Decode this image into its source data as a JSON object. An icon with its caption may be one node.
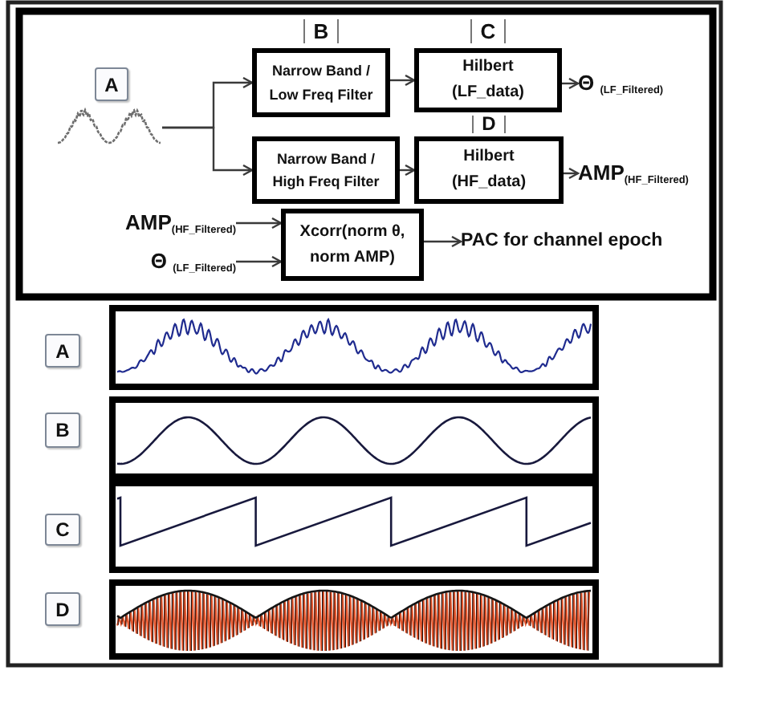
{
  "diagram": {
    "nodes": [
      {
        "text": [
          "A"
        ]
      },
      {
        "text": [],
        "shape": "picture"
      },
      {
        "text": [
          "Narrow Band / Low Freq Filter"
        ],
        "beside": [
          "B"
        ]
      },
      {
        "text": [
          "Hilbert (LF_data)"
        ],
        "beside": [
          "C"
        ]
      },
      {
        "text": [
          "Θ $_{(LF_Filtered)}$"
        ]
      },
      {
        "text": [
          "Narrow Band / High Freq Filter"
        ]
      },
      {
        "text": [
          "Hilbert (HF_data)"
        ],
        "beside": [
          "D"
        ]
      },
      {
        "text": [
          "AMP$_{(HF_Filtered)}$"
        ]
      },
      {
        "text": [
          "AMP$_{(HF_Filtered)}$"
        ]
      },
      {
        "text": [
          "Θ $_{(LF_Filtered)}$"
        ]
      },
      {
        "text": [
          "Xcorr(norm θ, norm AMP)"
        ]
      },
      {
        "text": [
          "PAC for channel epoch"
        ]
      },
      {
        "text": [
          "A"
        ]
      },
      {
        "text": [],
        "shape": "picture"
      },
      {
        "text": [
          "B"
        ]
      },
      {
        "text": [],
        "shape": "picture"
      },
      {
        "text": [
          "C"
        ]
      },
      {
        "text": [],
        "shape": "picture"
      },
      {
        "text": [
          "D"
        ]
      },
      {
        "text": [],
        "shape": "picture"
      }
    ],
    "edges": [
      {
        "from": 1,
        "to": 2,
        "arrow": "to"
      },
      {
        "from": 1,
        "to": 5,
        "arrow": "to"
      },
      {
        "from": 2,
        "to": 3,
        "arrow": "to"
      },
      {
        "from": 3,
        "to": 4,
        "arrow": "to"
      },
      {
        "from": 5,
        "to": 6,
        "arrow": "to"
      },
      {
        "from": 6,
        "to": 7,
        "arrow": "to"
      },
      {
        "from": 8,
        "to": 10,
        "arrow": "to"
      },
      {
        "from": 9,
        "to": 10,
        "arrow": "to"
      },
      {
        "from": 10,
        "to": 11,
        "arrow": "to"
      }
    ]
  }
}
